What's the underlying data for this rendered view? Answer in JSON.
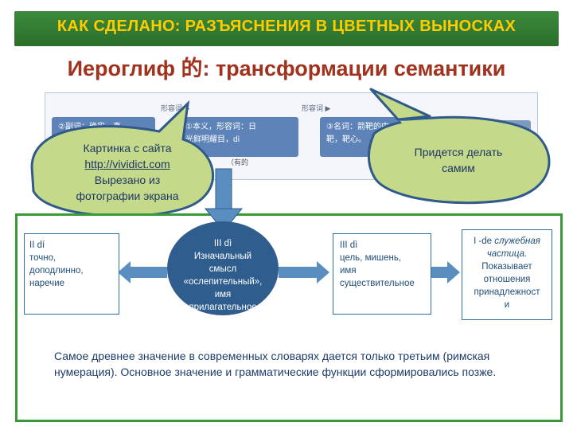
{
  "banner": {
    "text": "КАК СДЕЛАНО: РАЗЪЯСНЕНИЯ В ЦВЕТНЫХ ВЫНОСКАХ"
  },
  "subtitle": {
    "before": "Иероглиф ",
    "hanzi": "的",
    "after": ": трансформации семантики"
  },
  "dictionary_screenshot": {
    "cards": [
      {
        "tag": "",
        "text": "②副词：确实，真"
      },
      {
        "tag": "形容词 ▶",
        "line1": "①本义，形容词：日",
        "line2": "光鲜明耀目，dì"
      },
      {
        "tag": "形容词 ▶",
        "line1": "③名词：箭靶的中",
        "line2": "靶，靶心。"
      }
    ],
    "fragments": [
      "（有的"
    ]
  },
  "callouts": {
    "left": {
      "line1": "Картинка с сайта",
      "link": "http://vividict.com",
      "line2": "Вырезано из",
      "line3": "фотографии экрана"
    },
    "right": {
      "line1": "Придется делать",
      "line2": "самим"
    }
  },
  "meanings": {
    "box2": {
      "title": "II dí",
      "l1": "точно,",
      "l2": "доподлинно,",
      "l3": "наречие"
    },
    "oval": {
      "title": "III dì",
      "l1": "Изначальный",
      "l2": "смысл",
      "l3": "«ослепительный»,",
      "l4": "имя",
      "l5": "прилагательное"
    },
    "box3": {
      "title": "III dì",
      "l1": "цель, мишень,",
      "l2": "имя",
      "l3": "существительное"
    },
    "box1": {
      "title": "I -de",
      "title_rest": "служебная",
      "l1": "частица.",
      "l2": "Показывает",
      "l3": "отношения",
      "l4": "принадлежност",
      "l5": "и"
    }
  },
  "explanation": "Самое древнее значение в современных словарях дается только третьим (римская нумерация). Основное значение и грамматические функции сформировались позже.",
  "colors": {
    "banner": "#2e7d32",
    "banner_text": "#ffcc00",
    "subtitle": "#a0321e",
    "callout_fill": "#c4d98a",
    "callout_border": "#2f5a8a",
    "frame": "#3a9a3a",
    "oval": "#2f5d8e",
    "arrows": "#5b8ec0"
  }
}
